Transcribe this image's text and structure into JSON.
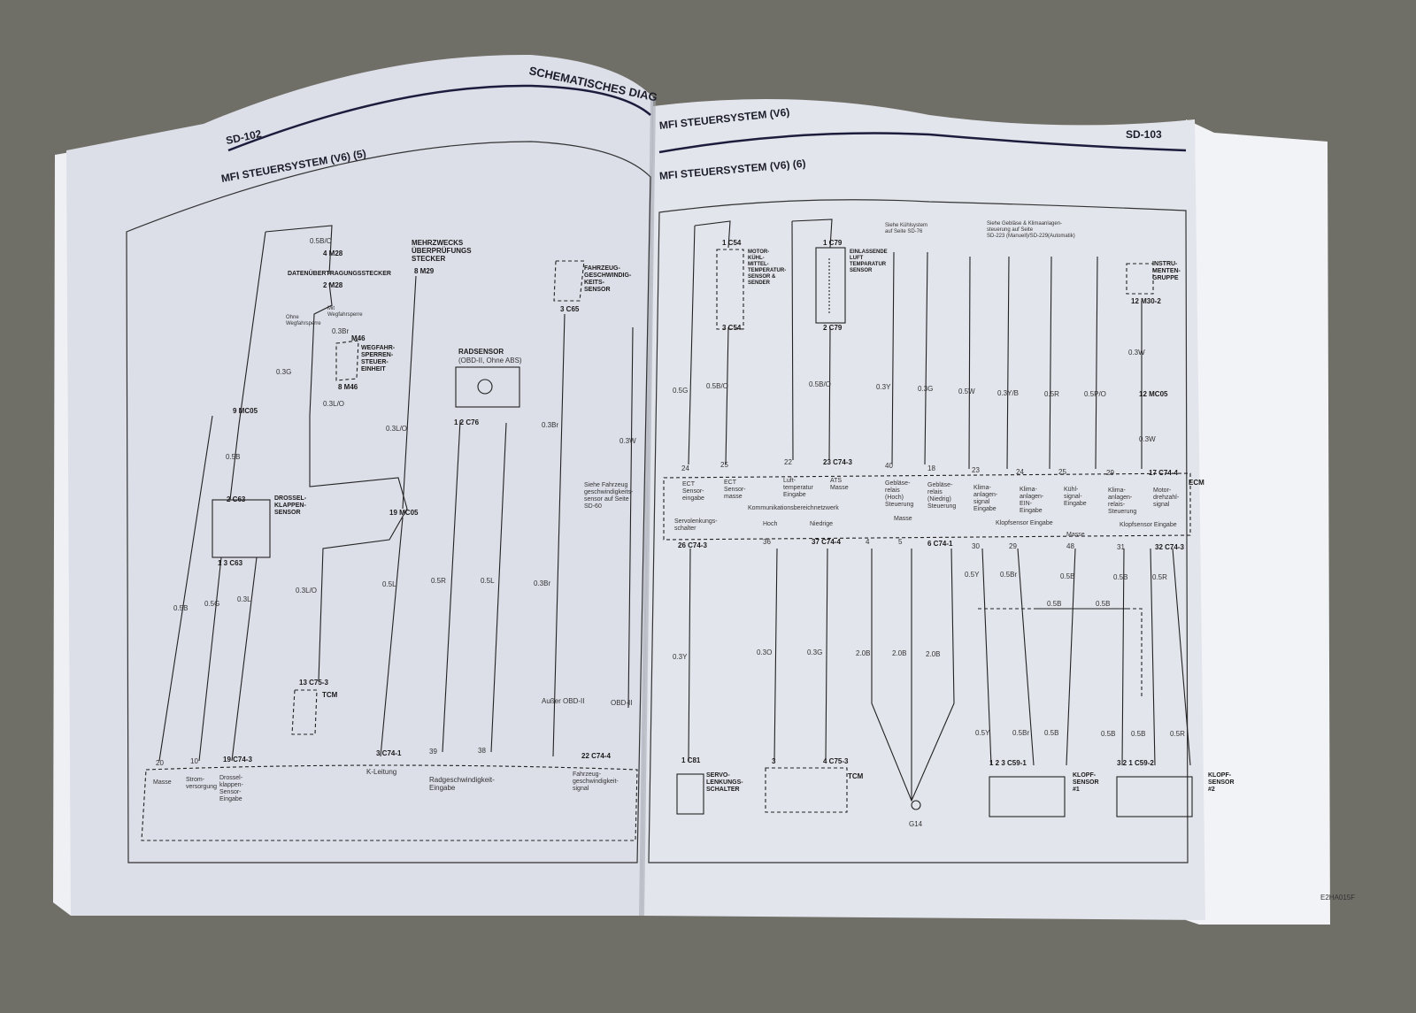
{
  "left_page": {
    "page_number": "SD-102",
    "running_header": "SCHEMATISCHES DIAG",
    "title": "MFI STEUERSYSTEM (V6) (5)",
    "labels": {
      "w_05BO": "0.5B/O",
      "m28_a": "4  M28",
      "datenstecker": "DATENÜBERTRAGUNGSSTECKER",
      "m28_b": "2  M28",
      "ohne": "Ohne\nWegfahrsperre",
      "mit": "Mit\nWegfahrsperre",
      "w_03Br_a": "0.3Br",
      "m46_a": "M46",
      "wegfahr": "WEGFAHR-\nSPERREN-\nSTEUER-\nEINHEIT",
      "w_03G": "0.3G",
      "m46_b": "8  M46",
      "w_03LO_a": "0.3L/O",
      "mc05_a": "9  MC05",
      "w_05B_a": "0.5B",
      "c63_a": "2  C63",
      "drossel": "DROSSEL-\nKLAPPEN-\nSENSOR",
      "c63_b": "1      3  C63",
      "w_05B_b": "0.5B",
      "w_05G": "0.5G",
      "w_03L": "0.3L",
      "w_03LO_b": "0.3L/O",
      "c753": "13  C75-3",
      "tcm": "TCM",
      "mehrzweck": "MEHRZWECKS\nÜBERPRÜFUNGS\nSTECKER",
      "m29": "8  M29",
      "w_03LO_c": "0.3L/O",
      "mc05_b": "19  MC05",
      "w_05L_a": "0.5L",
      "radsensor": "RADSENSOR",
      "radsensor_sub": "(OBD-II, Ohne ABS)",
      "c76": "1      2  C76",
      "w_05R": "0.5R",
      "w_05L_b": "0.5L",
      "fahrzeug": "FAHRZEUG-\nGESCHWINDIG-\nKEITS-\nSENSOR",
      "c65": "3  C65",
      "w_03Br_b": "0.3Br",
      "siehe_sd60": "Siehe Fahrzeug\ngeschwindigkeits-\nsensor auf Seite\nSD-60",
      "w_03Br_c": "0.3Br",
      "w_03W": "0.3W",
      "ausser_obd": "Außer OBD-II",
      "obd": "OBD-II",
      "pin20": "20",
      "pin10": "10",
      "pin19": "19  C74-3",
      "pin3": "3  C74-1",
      "pin39": "39",
      "pin38": "38",
      "pin22": "22  C74-4",
      "masse": "Masse",
      "strom": "Strom-\nversorgung",
      "drossel_eing": "Drossel-\nklappen-\nSensor-\nEingabe",
      "kleitung": "K-Leitung",
      "radgeschw": "Radgeschwindigkeit-\nEingabe",
      "fzg_signal": "Fahrzeug-\ngeschwindigkeit-\nsignal"
    }
  },
  "right_page": {
    "running_header": "MFI STEUERSYSTEM (V6)",
    "page_number": "SD-103",
    "title": "MFI STEUERSYSTEM (V6) (6)",
    "figure_code": "E2HA015F",
    "labels": {
      "c54_a": "1  C54",
      "motor": "MOTOR-\nKÜHL-\nMITTEL-\nTEMPERATUR-\nSENSOR &\nSENDER",
      "c54_b": "3  C54",
      "c79_a": "1  C79",
      "einlass": "EINLASSENDE\nLUFT\nTEMPARATUR\nSENSOR",
      "c79_b": "2  C79",
      "siehe_kuehl": "Siehe Kühlsystem\nauf Seite SD-76",
      "siehe_geblaese": "Siehe Gebläse & Klimaanlagen-\nsteuerung auf Seite\nSD-223 (Manuell)/SD-229(Automatik)",
      "instru": "INSTRU-\nMENTEN-\nGRUPPE",
      "m302": "12  M30-2",
      "w_03W_a": "0.3W",
      "mc05": "12  MC05",
      "w_03W_b": "0.3W",
      "w1": "0.5G",
      "w2": "0.5B/O",
      "w3": "0.5B/O",
      "w4": "0.3Y",
      "w5": "0.3G",
      "w6": "0.5W",
      "w7": "0.3Y/B",
      "w8": "0.5R",
      "w9": "0.5P/O",
      "p24": "24",
      "p25": "25",
      "p22": "22",
      "p23": "23  C74-3",
      "p40": "40",
      "p18": "18",
      "p23b": "23",
      "p24b": "24",
      "p25b": "25",
      "p29": "29",
      "p17": "17  C74-4",
      "ecm": "ECM",
      "d1": "ECT\nSensor-\neingabe",
      "d2": "ECT\nSensor-\nmasse",
      "d3": "Luft-\ntemperatur\nEingabe",
      "d4": "ATS\nMasse",
      "d5": "Gebläse-\nrelais\n(Hoch)\nSteuerung",
      "d6": "Gebläse-\nrelais\n(Niedrig)\nSteuerung",
      "d7": "Klima-\nanlagen-\nsignal\nEingabe",
      "d8": "Klima-\nanlagen-\nEIN-\nEingabe",
      "d9": "Kühl-\nsignal-\nEingabe",
      "d10": "Klima-\nanlagen-\nrelais-\nSteuerung",
      "d11": "Motor-\ndrehzahl-\nsignal",
      "kommunikation": "Kommunikationsbereichnetzwerk",
      "hoch": "Hoch",
      "niedrige": "Niedrige",
      "masse_a": "Masse",
      "klopf_eing_a": "Klopfsensor Eingabe",
      "masse_b": "Masse",
      "klopf_eing_b": "Klopfsensor Eingabe",
      "servo_sch": "Servolenkungs-\nschalter",
      "q26": "26  C74-3",
      "q36": "36",
      "q37": "37  C74-4",
      "q4": "4",
      "q5": "5",
      "q6": "6  C74-1",
      "q30": "30",
      "q29": "29",
      "q48": "48",
      "q31": "31",
      "q32": "32  C74-3",
      "u1": "0.5Y",
      "u2": "0.5Br",
      "u3": "0.5B",
      "u4": "0.5B",
      "u5": "0.5R",
      "h1": "0.5B",
      "h2": "0.5B",
      "v1": "0.3Y",
      "v2": "0.3O",
      "v3": "0.3G",
      "v4": "2.0B",
      "v5": "2.0B",
      "v6": "2.0B",
      "x1": "0.5Y",
      "x2": "0.5Br",
      "x3": "0.5B",
      "x4": "0.5B",
      "x5": "0.5B",
      "x6": "0.5R",
      "c81": "1  C81",
      "servo": "SERVO-\nLENKUNGS-\nSCHALTER",
      "c753_a": "3",
      "c753_b": "4  C75-3",
      "tcm": "TCM",
      "g14": "G14",
      "c591": "1          2          3  C59-1",
      "klopf1": "KLOPF-\nSENSOR\n#1",
      "c592": "3          2          1  C59-2",
      "klopf2": "KLOPF-\nSENSOR\n#2"
    }
  },
  "colors": {
    "background": "#6f6e67",
    "paper": "#dfe1ea",
    "ink": "#222222"
  }
}
